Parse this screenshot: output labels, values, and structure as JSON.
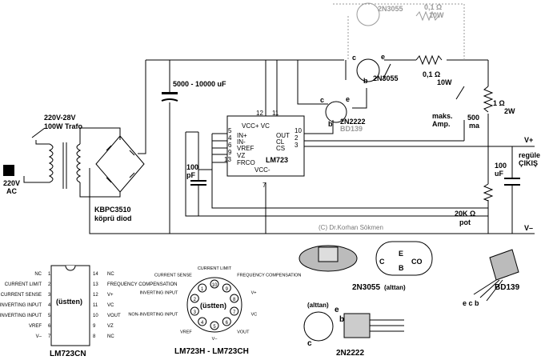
{
  "circuit": {
    "transformer_label": "220V-28V",
    "transformer_power": "100W Trafo",
    "ac_voltage": "220V",
    "ac_label": "AC",
    "bridge_part": "KBPC3510",
    "bridge_desc": "köprü diod",
    "filter_cap": "5000 - 10000 uF",
    "cap_100pf_value": "100",
    "cap_100pf_unit": "pF",
    "ic_name": "LM723",
    "pin_vccp_vc": "VCC+ VC",
    "pin_inp": "IN+",
    "pin_inm": "IN-",
    "pin_vref": "VREF",
    "pin_vz": "VZ",
    "pin_freq": "FRCO",
    "pin_out": "OUT",
    "pin_cl": "CL",
    "pin_cs": "CS",
    "pin_vccm": "VCC-",
    "pn_12": "12",
    "pn_11": "11",
    "pn_5": "5",
    "pn_4": "4",
    "pn_6": "6",
    "pn_9": "9",
    "pn_13": "13",
    "pn_10": "10",
    "pn_2": "2",
    "pn_3": "3",
    "pn_7": "7",
    "q_ghost": "2N3055",
    "r_ghost_value": "0,1 Ω",
    "r_ghost_power": "10W",
    "q_main": "2N3055",
    "r_main_value": "0,1 Ω",
    "r_main_power": "10W",
    "q_driver": "2N2222",
    "q_driver_alt": "BD139",
    "max_amp_1": "maks.",
    "max_amp_2": "Amp.",
    "ma_value": "500",
    "ma_unit": "ma",
    "r1_value": "1 Ω",
    "r1_power": "2W",
    "out_cap_value": "100",
    "out_cap_unit": "uF",
    "vplus": "V+",
    "vminus": "V–",
    "regulated_1": "regüle",
    "regulated_2": "ÇIKIŞ",
    "pot_value": "20K Ω",
    "pot_label": "pot",
    "copyright": "(C) Dr.Korhan Sökmen",
    "pin_c": "c",
    "pin_b": "b",
    "pin_e": "e"
  },
  "dip_package": {
    "title": "LM723CN",
    "view": "(üstten)",
    "left_pins": [
      {
        "num": "1",
        "label": "NC"
      },
      {
        "num": "2",
        "label": "CURRENT LIMIT"
      },
      {
        "num": "3",
        "label": "CURRENT SENSE"
      },
      {
        "num": "4",
        "label": "INVERTING INPUT"
      },
      {
        "num": "5",
        "label": "NON-INVERTING INPUT"
      },
      {
        "num": "6",
        "label": "VREF"
      },
      {
        "num": "7",
        "label": "V–"
      }
    ],
    "right_pins": [
      {
        "num": "14",
        "label": "NC"
      },
      {
        "num": "13",
        "label": "FREQUENCY COMPENSATION"
      },
      {
        "num": "12",
        "label": "V+"
      },
      {
        "num": "11",
        "label": "VC"
      },
      {
        "num": "10",
        "label": "VOUT"
      },
      {
        "num": "9",
        "label": "VZ"
      },
      {
        "num": "8",
        "label": "NC"
      }
    ]
  },
  "can_package": {
    "title": "LM723H - LM723CH",
    "view": "(üstten)",
    "pins": [
      {
        "num": "10",
        "label": "CURRENT LIMIT"
      },
      {
        "num": "9",
        "label": "FREQUENCY COMPENSATION"
      },
      {
        "num": "8",
        "label": "V+"
      },
      {
        "num": "7",
        "label": "VC"
      },
      {
        "num": "6",
        "label": "VOUT"
      },
      {
        "num": "5",
        "label": "V–"
      },
      {
        "num": "4",
        "label": "VREF"
      },
      {
        "num": "3",
        "label": "NON-INVERTING INPUT"
      },
      {
        "num": "2",
        "label": "INVERTING INPUT"
      },
      {
        "num": "1",
        "label": "CURRENT SENSE"
      }
    ]
  },
  "transistor_packages": {
    "to3_name": "2N3055",
    "to3_bottom_label": "(alttan)",
    "to3_pin_e": "E",
    "to3_pin_b": "B",
    "to3_pin_c": "C",
    "to3_case": "CO",
    "bd139_name": "BD139",
    "bd139_pins": "e c b",
    "to18_view": "(alttan)",
    "to18_e": "e",
    "to18_b": "b",
    "to18_c": "c",
    "to18_name": "2N2222"
  },
  "colors": {
    "ink": "#000000",
    "ghost": "#9a9a9a"
  }
}
